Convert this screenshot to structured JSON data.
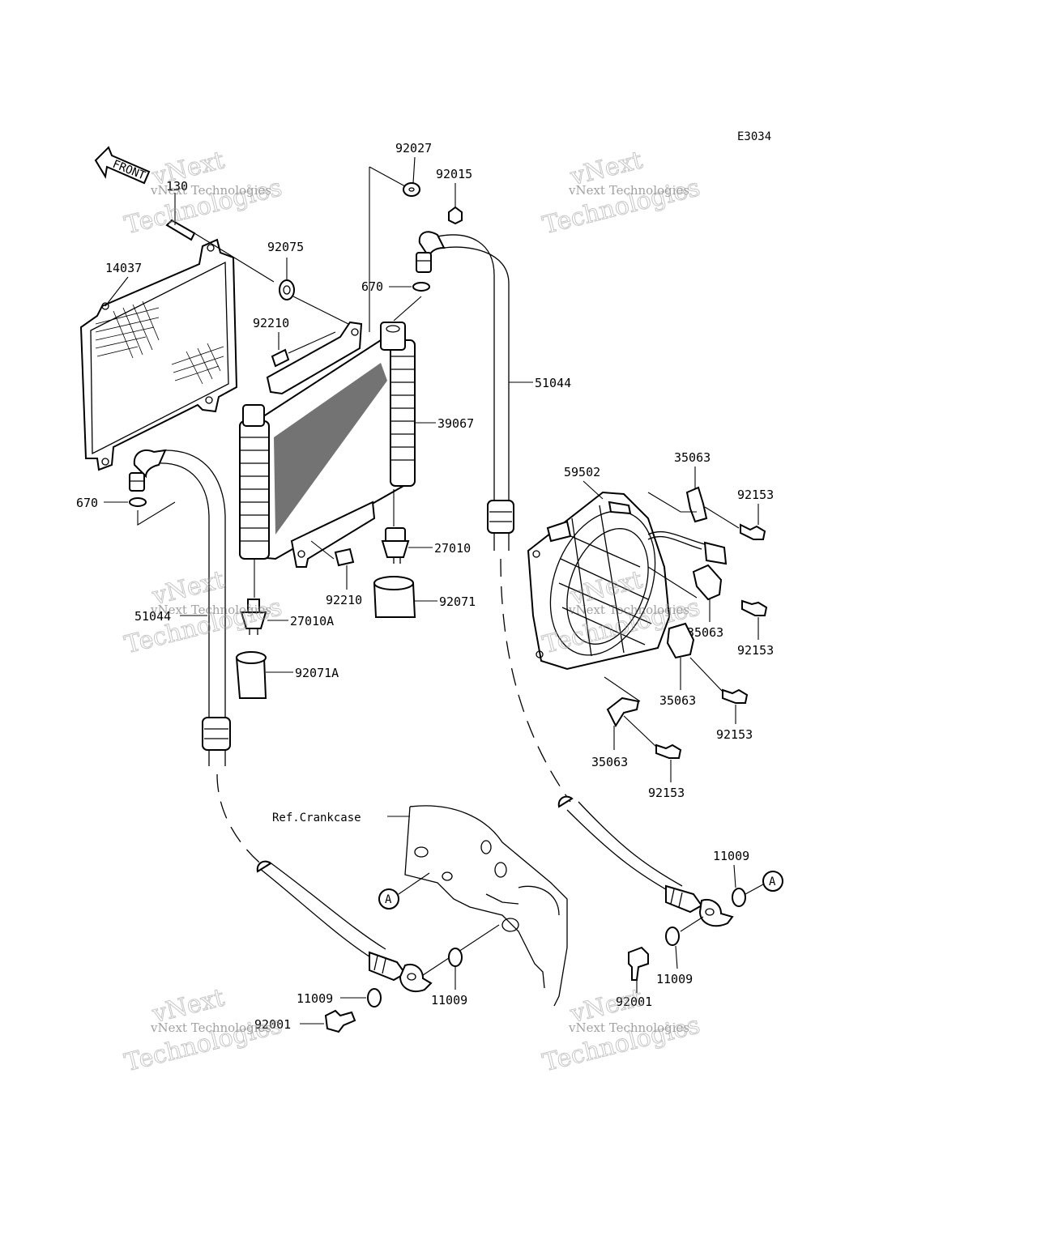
{
  "diagram_code": "E3034",
  "front_arrow_label": "FRONT",
  "reference_label": "Ref.Crankcase",
  "connector_marker": "A",
  "watermark": {
    "line1": "vNext Technologies",
    "line2": "vNext",
    "line3": "Technologies"
  },
  "parts": {
    "p130": "130",
    "p14037": "14037",
    "p92075": "92075",
    "p92027": "92027",
    "p92015": "92015",
    "p670_top": "670",
    "p670_left": "670",
    "p92210_top": "92210",
    "p92210_bottom": "92210",
    "p51044_right": "51044",
    "p51044_left": "51044",
    "p39067": "39067",
    "p27010": "27010",
    "p92071": "92071",
    "p27010A": "27010A",
    "p92071A": "92071A",
    "p59502": "59502",
    "p35063_a": "35063",
    "p35063_b": "35063",
    "p35063_c": "35063",
    "p35063_d": "35063",
    "p92153_a": "92153",
    "p92153_b": "92153",
    "p92153_c": "92153",
    "p92153_d": "92153",
    "p11009_a": "11009",
    "p11009_b": "11009",
    "p11009_c": "11009",
    "p11009_d": "11009",
    "p92001_a": "92001",
    "p92001_b": "92001"
  }
}
